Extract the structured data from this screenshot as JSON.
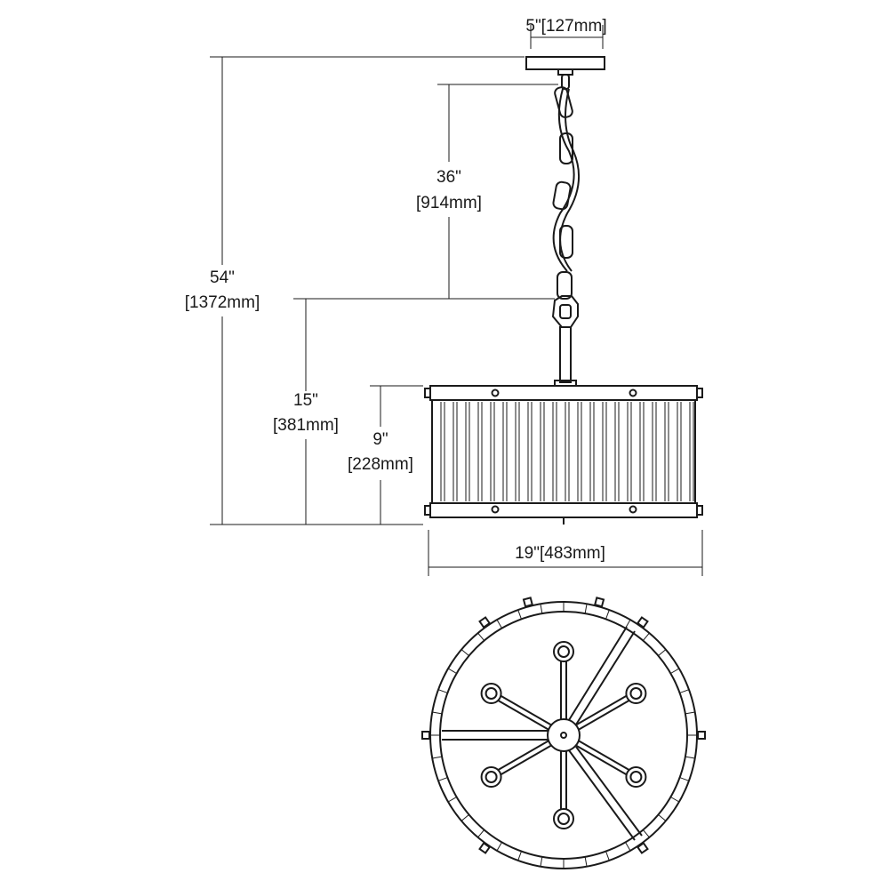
{
  "dimensions": {
    "canopy_width": "5\"[127mm]",
    "chain_length_in": "36\"",
    "chain_length_mm": "[914mm]",
    "overall_height_in": "54\"",
    "overall_height_mm": "[1372mm]",
    "fixture_height_in": "15\"",
    "fixture_height_mm": "[381mm]",
    "shade_height_in": "9\"",
    "shade_height_mm": "[228mm]",
    "shade_width": "19\"[483mm]"
  }
}
